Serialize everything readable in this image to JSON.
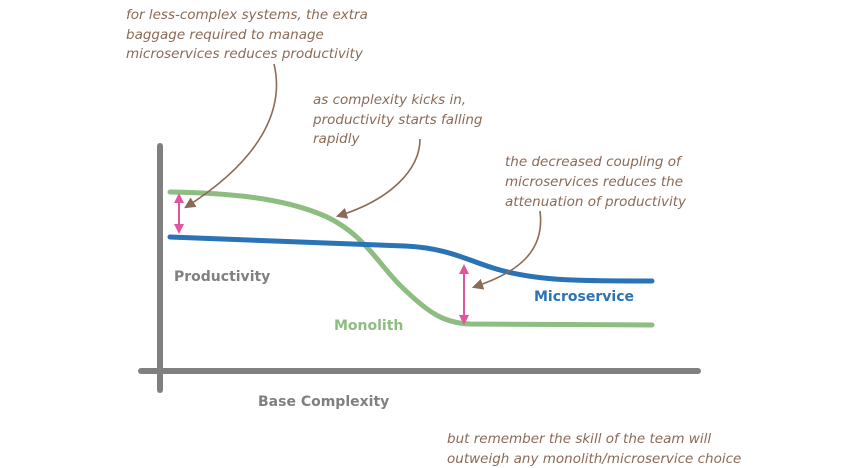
{
  "colors": {
    "axis": "#808080",
    "monolith": "#8dbd81",
    "microservice": "#2a73b7",
    "gap_arrow": "#e0559e",
    "annotation": "#8b6a56",
    "axis_label": "#808080"
  },
  "axes": {
    "y_label": "Productivity",
    "x_label": "Base Complexity"
  },
  "series": {
    "monolith": {
      "name": "Monolith"
    },
    "microservice": {
      "name": "Microservice"
    }
  },
  "annotations": {
    "less_complex": [
      "for less-complex systems, the extra",
      "baggage required to manage",
      "microservices reduces productivity"
    ],
    "complexity_kicks_in": [
      "as complexity kicks in,",
      "productivity starts falling",
      "rapidly"
    ],
    "decreased_coupling": [
      "the decreased coupling of",
      "microservices reduces the",
      "attenuation of productivity"
    ],
    "skill_of_team": [
      "but remember the skill of the team will",
      "outweigh any monolith/microservice choice"
    ]
  }
}
